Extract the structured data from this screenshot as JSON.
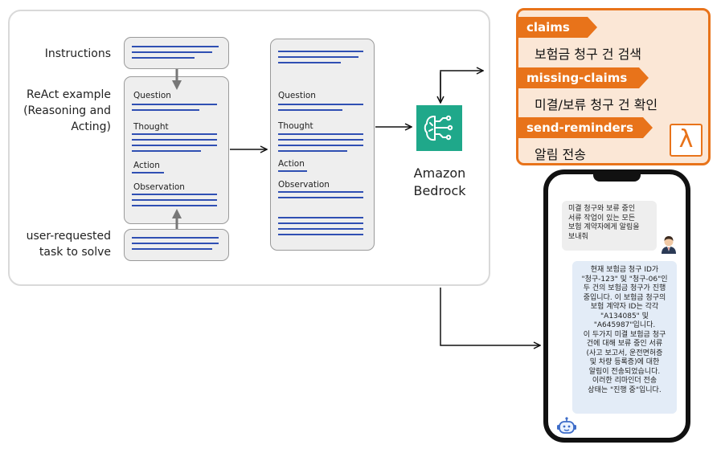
{
  "labels": {
    "instructions": "Instructions",
    "react_line1": "ReAct example",
    "react_line2": "(Reasoning and",
    "react_line3": "Acting)",
    "task_line1": "user-requested",
    "task_line2": "task to solve"
  },
  "react_card": {
    "question": "Question",
    "thought": "Thought",
    "action": "Action",
    "observation": "Observation"
  },
  "output_card": {
    "question": "Question",
    "thought": "Thought",
    "action": "Action",
    "observation": "Observation"
  },
  "bedrock": {
    "line1": "Amazon",
    "line2": "Bedrock"
  },
  "actions": [
    {
      "tag": "claims",
      "desc": "보험금 청구 건 검색"
    },
    {
      "tag": "missing-claims",
      "desc": "미결/보류 청구 건 확인"
    },
    {
      "tag": "send-reminders",
      "desc": "알림 전송"
    }
  ],
  "lambda_icon": "λ",
  "chat": {
    "user_lines": [
      "미결 청구와 보류 중인",
      "서류 작업이 있는 모든",
      "보험 계약자에게 알림을",
      "보내줘"
    ],
    "bot_lines": [
      "현재 보험금 청구 ID가",
      "\"청구-123\" 및 \"청구-06\"인",
      "두 건의 보험금 청구가 진행",
      "중입니다. 이 보험금 청구의",
      "보험 계약자 ID는 각각",
      "\"A134085\" 및",
      "\"A645987\"입니다.",
      "이 두가지 미결 보험금 청구",
      "건에 대해 보류 중인 서류",
      "(사고 보고서, 운전면허증",
      "및 차량 등록증)에 대한",
      "알림이 전송되었습니다.",
      "이러한 리마인더 전송",
      "상태는 \"진행 중\"입니다."
    ]
  },
  "colors": {
    "accent_orange": "#e8731a",
    "bedrock_green": "#1fa88a",
    "text_lines": "#2f4fb3"
  }
}
